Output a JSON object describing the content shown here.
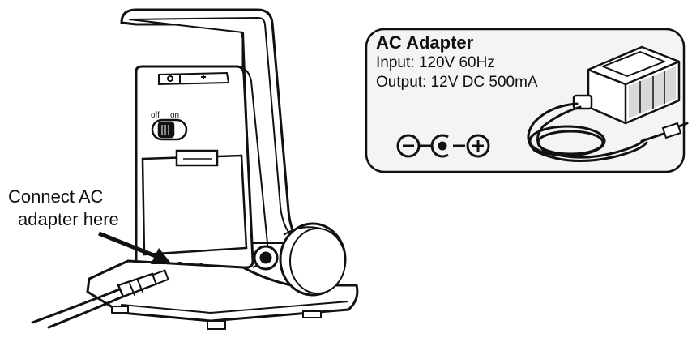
{
  "callout": {
    "line1": "Connect AC",
    "line2": "adapter here"
  },
  "adapter_panel": {
    "title": "AC Adapter",
    "input": "Input: 120V 60Hz",
    "output": "Output: 12V DC 500mA"
  },
  "power_switch": {
    "off_label": "off",
    "on_label": "on"
  },
  "colors": {
    "ink": "#111111",
    "panel_fill": "#f4f4f4",
    "device_fill": "#ffffff",
    "shade": "#d9d9d9"
  }
}
